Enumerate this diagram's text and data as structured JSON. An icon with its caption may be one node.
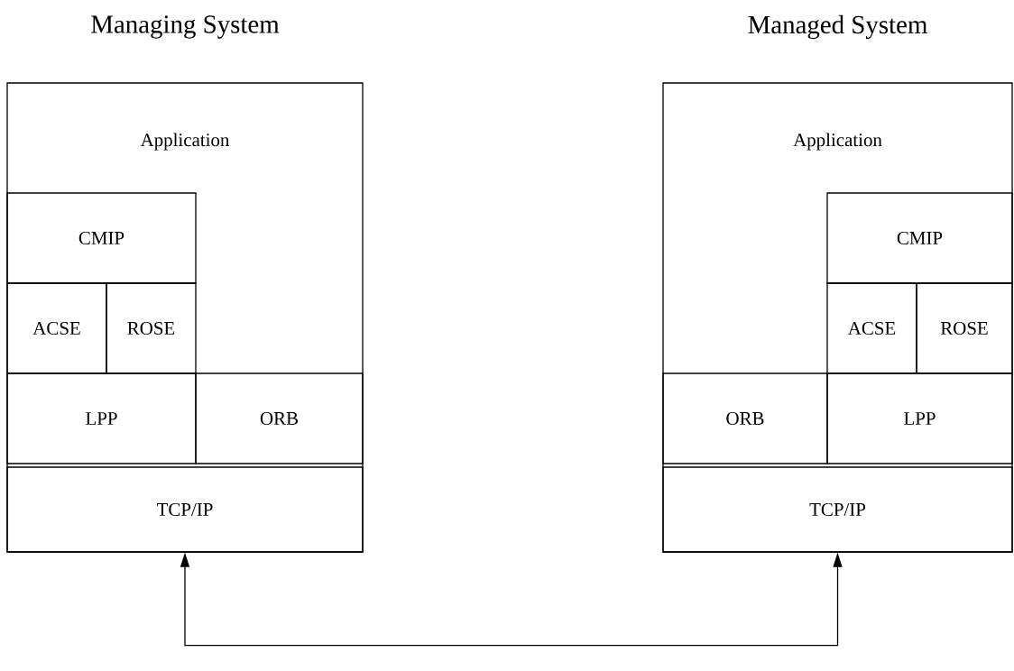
{
  "diagram": {
    "nodes": [
      {
        "text": [
          "Managing System",
          "Application"
        ]
      },
      {
        "text": [
          "CMIP"
        ],
        "in": 0
      },
      {
        "text": [
          "ACSE"
        ],
        "in": 0
      },
      {
        "text": [
          "ROSE"
        ],
        "in": 0
      },
      {
        "text": [
          "LPP"
        ],
        "in": 0
      },
      {
        "text": [
          "ORB"
        ],
        "in": 0
      },
      {
        "text": [
          "TCP/IP"
        ],
        "in": 0
      },
      {
        "text": [
          "Managed System",
          "Application"
        ]
      },
      {
        "text": [
          "CMIP"
        ],
        "in": 7
      },
      {
        "text": [
          "ACSE"
        ],
        "in": 7
      },
      {
        "text": [
          "ROSE"
        ],
        "in": 7
      },
      {
        "text": [
          "ORB"
        ],
        "in": 7
      },
      {
        "text": [
          "LPP"
        ],
        "in": 7
      },
      {
        "text": [
          "TCP/IP"
        ],
        "in": 7
      }
    ],
    "edges": [
      {
        "from": 6,
        "to": 13,
        "arrow": "both"
      }
    ]
  }
}
